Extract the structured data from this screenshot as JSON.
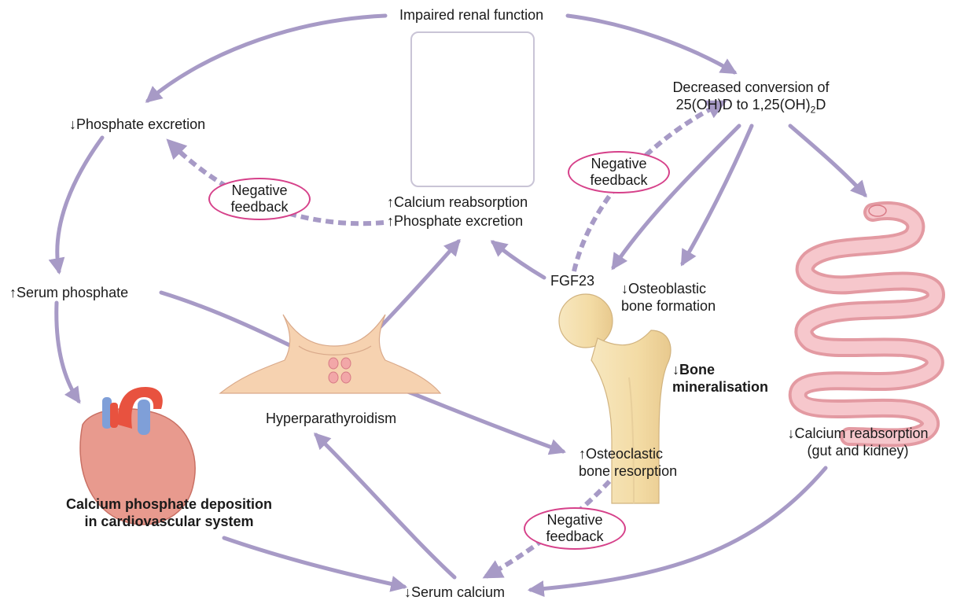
{
  "labels": {
    "impaired_renal": "Impaired renal function",
    "decreased_conversion_1": "Decreased conversion of",
    "decreased_conversion_2a": "25(OH)D to 1,25(OH)",
    "decreased_conversion_sub": "2",
    "decreased_conversion_2b": "D",
    "phosphate_excretion_down": "↓Phosphate excretion",
    "calcium_reabsorption_up": "↑Calcium reabsorption",
    "phosphate_excretion_up": "↑Phosphate excretion",
    "serum_phosphate_up": "↑Serum phosphate",
    "fgf23": "FGF23",
    "osteoblastic_1": "↓Osteoblastic",
    "osteoblastic_2": "bone formation",
    "bone_min_arrow": "↓",
    "bone_min_1": "Bone",
    "bone_min_2": "mineralisation",
    "hyperparathyroidism": "Hyperparathyroidism",
    "osteoclastic_1": "↑Osteoclastic",
    "osteoclastic_2": "bone resorption",
    "calcium_reabsorption_down_1": "↓Calcium reabsorption",
    "calcium_reabsorption_down_2": "(gut and kidney)",
    "deposition_1": "Calcium phosphate deposition",
    "deposition_2": "in cardiovascular system",
    "serum_calcium_down": "↓Serum calcium"
  },
  "feedback_ovals": [
    {
      "line1": "Negative",
      "line2": "feedback"
    },
    {
      "line1": "Negative",
      "line2": "feedback"
    },
    {
      "line1": "Negative",
      "line2": "feedback"
    }
  ],
  "colors": {
    "arrow": "#a79ac6",
    "feedback_border": "#d6418a",
    "kidney_outer": "#e8a9ab",
    "kidney_medulla": "#a8263e",
    "kidney_pelvis": "#f2d23b",
    "bone": "#f4e0b0",
    "skin": "#f6d2b0",
    "gut": "#f2b7bd",
    "heart": "#e89a8e"
  }
}
